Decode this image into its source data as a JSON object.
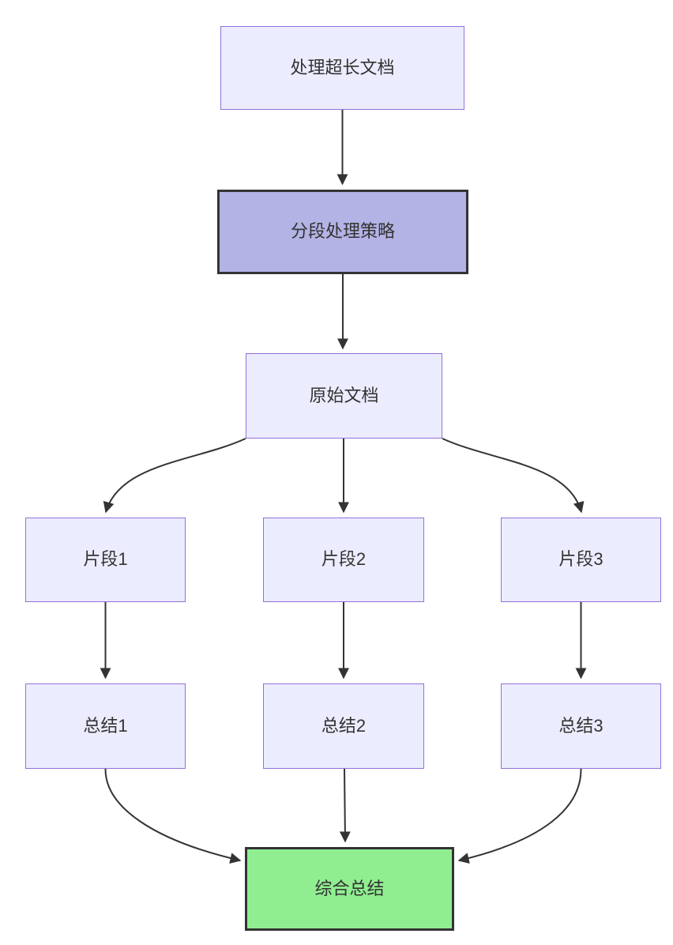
{
  "diagram": {
    "type": "flowchart",
    "direction": "top-down",
    "background": "#ffffff",
    "nodes": [
      {
        "id": "A",
        "label": "处理超长文档",
        "style": "default"
      },
      {
        "id": "B",
        "label": "分段处理策略",
        "style": "highlight"
      },
      {
        "id": "C",
        "label": "原始文档",
        "style": "default"
      },
      {
        "id": "D1",
        "label": "片段1",
        "style": "default"
      },
      {
        "id": "D2",
        "label": "片段2",
        "style": "default"
      },
      {
        "id": "D3",
        "label": "片段3",
        "style": "default"
      },
      {
        "id": "E1",
        "label": "总结1",
        "style": "default"
      },
      {
        "id": "E2",
        "label": "总结2",
        "style": "default"
      },
      {
        "id": "E3",
        "label": "总结3",
        "style": "default"
      },
      {
        "id": "F",
        "label": "综合总结",
        "style": "success"
      }
    ],
    "edges": [
      {
        "from": "A",
        "to": "B"
      },
      {
        "from": "B",
        "to": "C"
      },
      {
        "from": "C",
        "to": "D1"
      },
      {
        "from": "C",
        "to": "D2"
      },
      {
        "from": "C",
        "to": "D3"
      },
      {
        "from": "D1",
        "to": "E1"
      },
      {
        "from": "D2",
        "to": "E2"
      },
      {
        "from": "D3",
        "to": "E3"
      },
      {
        "from": "E1",
        "to": "F"
      },
      {
        "from": "E2",
        "to": "F"
      },
      {
        "from": "E3",
        "to": "F"
      }
    ],
    "colors": {
      "node_fill": "#ECECFF",
      "node_border": "#9370DB",
      "highlight_fill": "#b3b3e6",
      "highlight_border": "#333333",
      "success_fill": "#90EE90",
      "success_border": "#333333",
      "edge": "#333333",
      "text": "#333333"
    }
  }
}
